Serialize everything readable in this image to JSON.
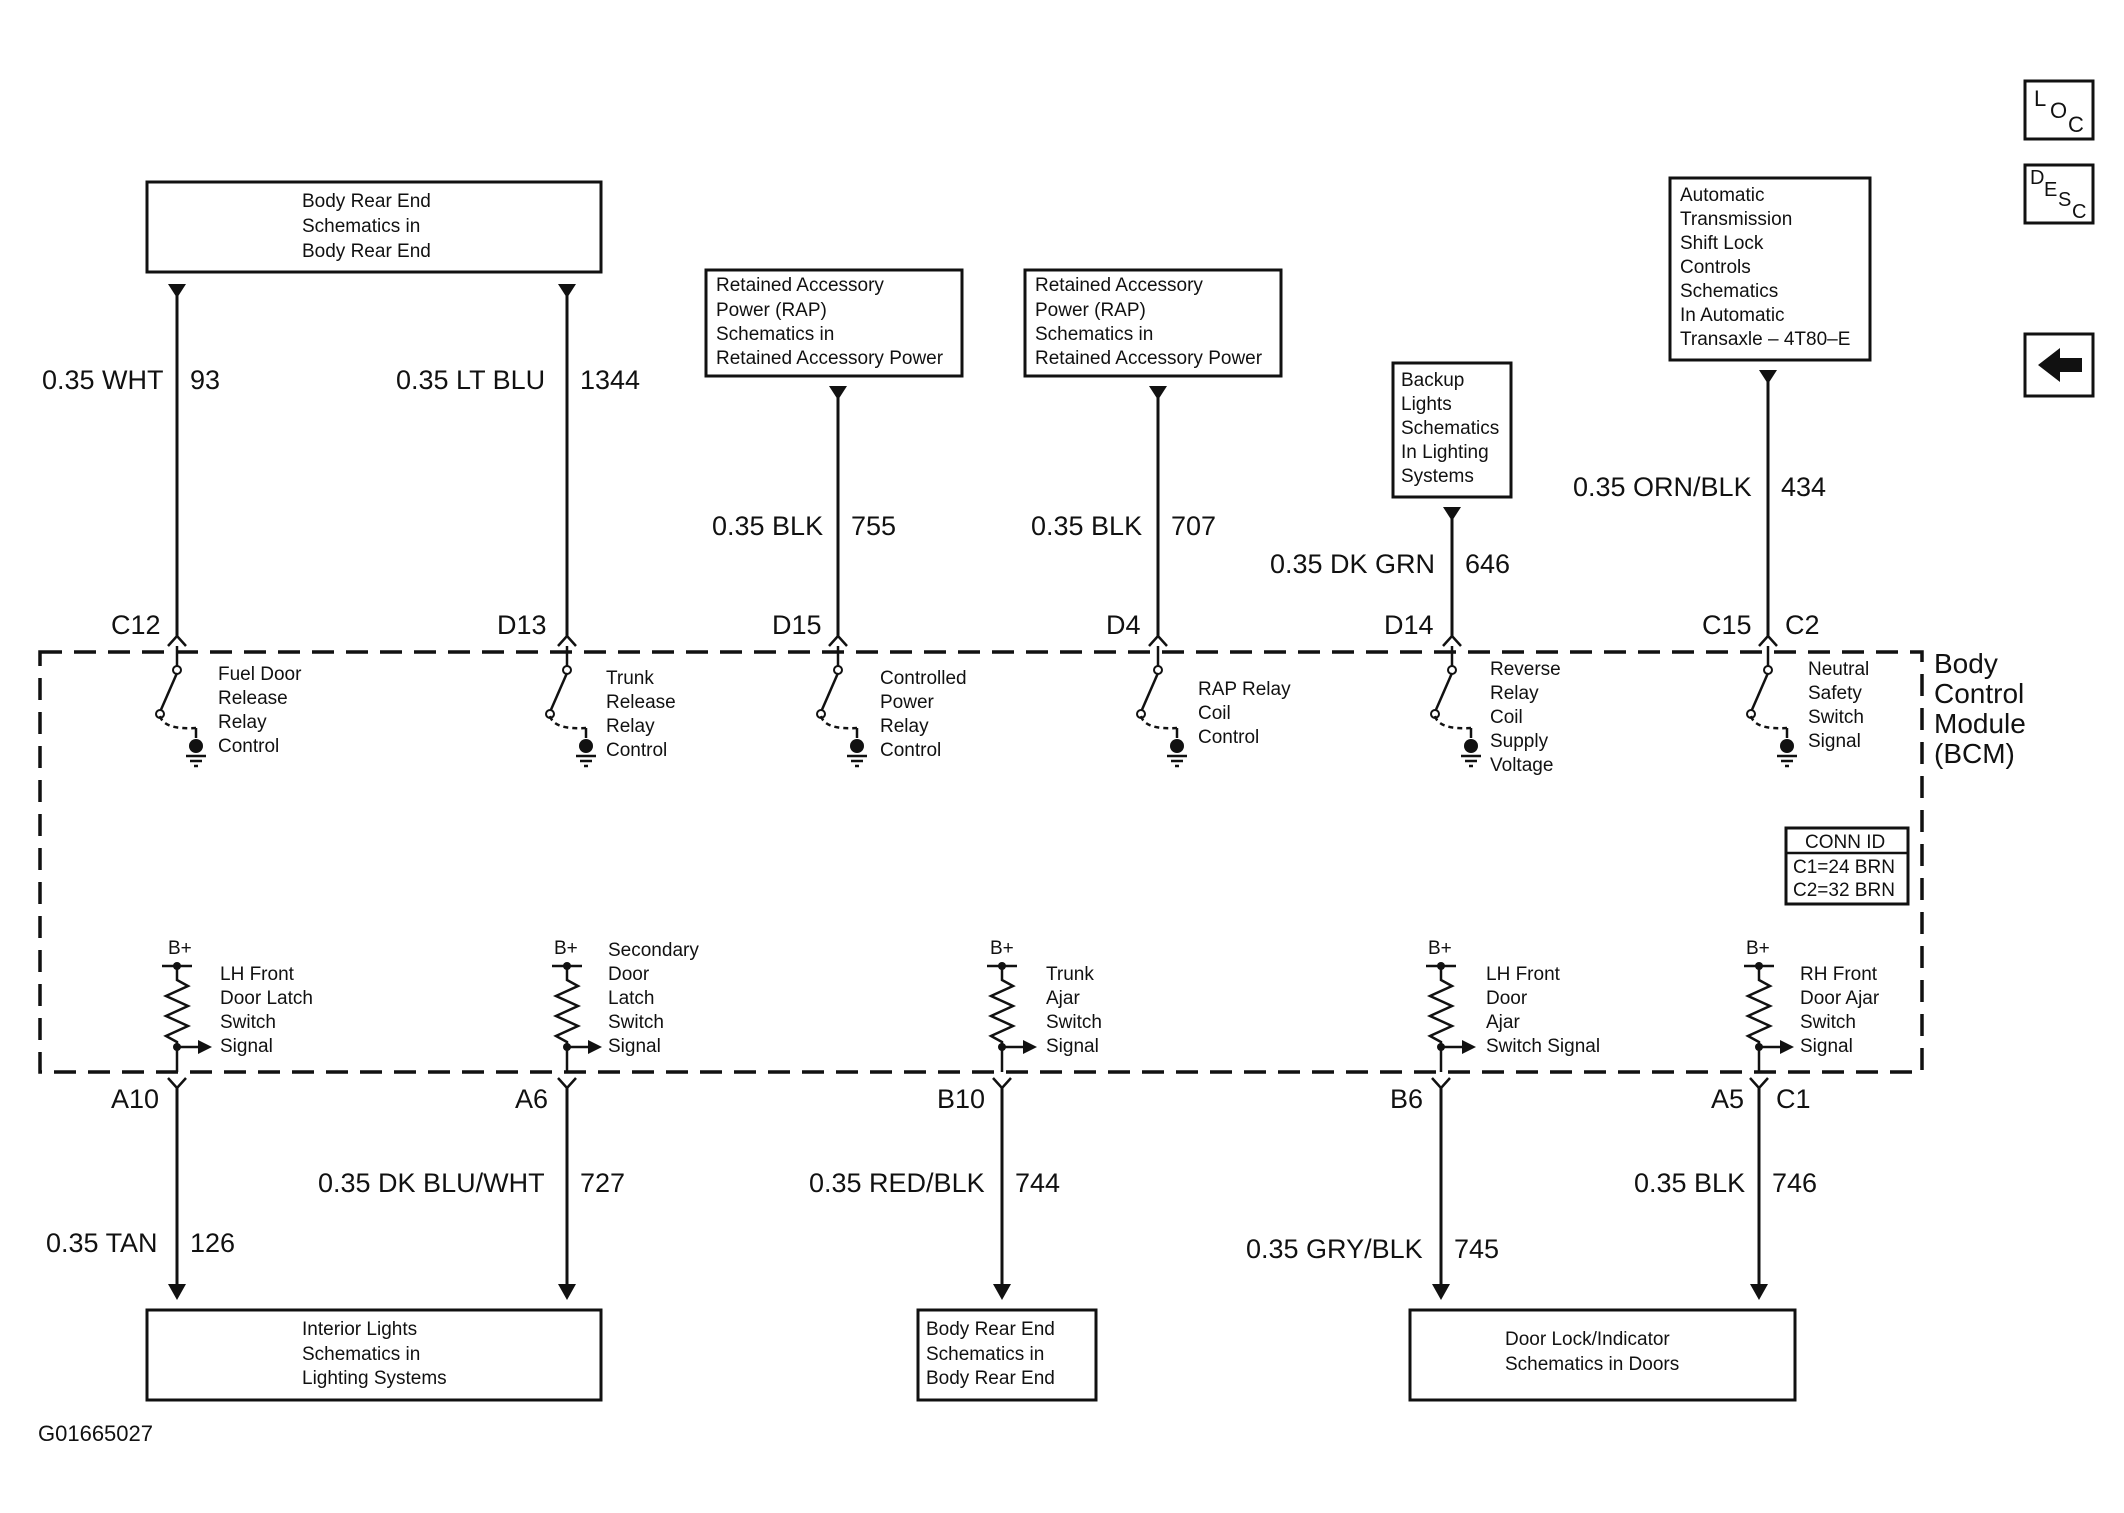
{
  "nav_buttons": {
    "loc": {
      "main": "L",
      "sub1": "O",
      "sub2": "C"
    },
    "desc": {
      "main": "D",
      "sub1": "E",
      "sub2": "S",
      "sub3": "C"
    },
    "back_icon": "left-arrow-icon"
  },
  "figure_id": "G01665027",
  "bcm": {
    "lines": [
      "Body",
      "Control",
      "Module",
      "(BCM)"
    ]
  },
  "conn_id": {
    "title": "CONN ID",
    "lines": [
      "C1=24 BRN",
      "C2=32 BRN"
    ]
  },
  "top_boxes": [
    {
      "lines": [
        "Body Rear End",
        "Schematics in",
        "Body Rear End"
      ]
    },
    {
      "lines": [
        "Retained Accessory",
        "Power (RAP)",
        "Schematics in",
        "Retained Accessory Power"
      ]
    },
    {
      "lines": [
        "Retained Accessory",
        "Power (RAP)",
        "Schematics in",
        "Retained Accessory Power"
      ]
    },
    {
      "lines": [
        "Backup",
        "Lights",
        "Schematics",
        "In Lighting",
        "Systems"
      ]
    },
    {
      "lines": [
        "Automatic",
        "Transmission",
        "Shift Lock",
        "Controls",
        "Schematics",
        "In Automatic",
        "Transaxle – 4T80–E"
      ]
    }
  ],
  "top_wires": [
    {
      "color": "0.35 WHT",
      "circuit": "93"
    },
    {
      "color": "0.35 LT BLU",
      "circuit": "1344"
    },
    {
      "color": "0.35 BLK",
      "circuit": "755"
    },
    {
      "color": "0.35 BLK",
      "circuit": "707"
    },
    {
      "color": "0.35 DK GRN",
      "circuit": "646"
    },
    {
      "color": "0.35 ORN/BLK",
      "circuit": "434"
    }
  ],
  "top_pins": [
    {
      "pin": "C12"
    },
    {
      "pin": "D13"
    },
    {
      "pin": "D15"
    },
    {
      "pin": "D4"
    },
    {
      "pin": "D14"
    },
    {
      "pin": "C15",
      "conn": "C2"
    }
  ],
  "relays": [
    {
      "lines": [
        "Fuel Door",
        "Release",
        "Relay",
        "Control"
      ]
    },
    {
      "lines": [
        "Trunk",
        "Release",
        "Relay",
        "Control"
      ]
    },
    {
      "lines": [
        "Controlled",
        "Power",
        "Relay",
        "Control"
      ]
    },
    {
      "lines": [
        "RAP Relay",
        "Coil",
        "Control"
      ]
    },
    {
      "lines": [
        "Reverse",
        "Relay",
        "Coil",
        "Supply",
        "Voltage"
      ]
    },
    {
      "lines": [
        "Neutral",
        "Safety",
        "Switch",
        "Signal"
      ]
    }
  ],
  "inputs": [
    {
      "bplus": "B+",
      "lines": [
        "LH Front",
        "Door Latch",
        "Switch",
        "Signal"
      ]
    },
    {
      "bplus": "B+",
      "lines": [
        "Secondary",
        "Door",
        "Latch",
        "Switch",
        "Signal"
      ]
    },
    {
      "bplus": "B+",
      "lines": [
        "Trunk",
        "Ajar",
        "Switch",
        "Signal"
      ]
    },
    {
      "bplus": "B+",
      "lines": [
        "LH Front",
        "Door",
        "Ajar",
        "Switch Signal"
      ]
    },
    {
      "bplus": "B+",
      "lines": [
        "RH Front",
        "Door Ajar",
        "Switch",
        "Signal"
      ]
    }
  ],
  "bottom_pins": [
    {
      "pin": "A10"
    },
    {
      "pin": "A6"
    },
    {
      "pin": "B10"
    },
    {
      "pin": "B6"
    },
    {
      "pin": "A5",
      "conn": "C1"
    }
  ],
  "bottom_wires": [
    {
      "color": "0.35 TAN",
      "circuit": "126"
    },
    {
      "color": "0.35 DK BLU/WHT",
      "circuit": "727"
    },
    {
      "color": "0.35 RED/BLK",
      "circuit": "744"
    },
    {
      "color": "0.35 GRY/BLK",
      "circuit": "745"
    },
    {
      "color": "0.35 BLK",
      "circuit": "746"
    }
  ],
  "bottom_boxes": [
    {
      "lines": [
        "Interior Lights",
        "Schematics in",
        "Lighting Systems"
      ]
    },
    {
      "lines": [
        "Body Rear End",
        "Schematics in",
        "Body Rear End"
      ]
    },
    {
      "lines": [
        "Door Lock/Indicator",
        "Schematics in Doors"
      ]
    }
  ]
}
